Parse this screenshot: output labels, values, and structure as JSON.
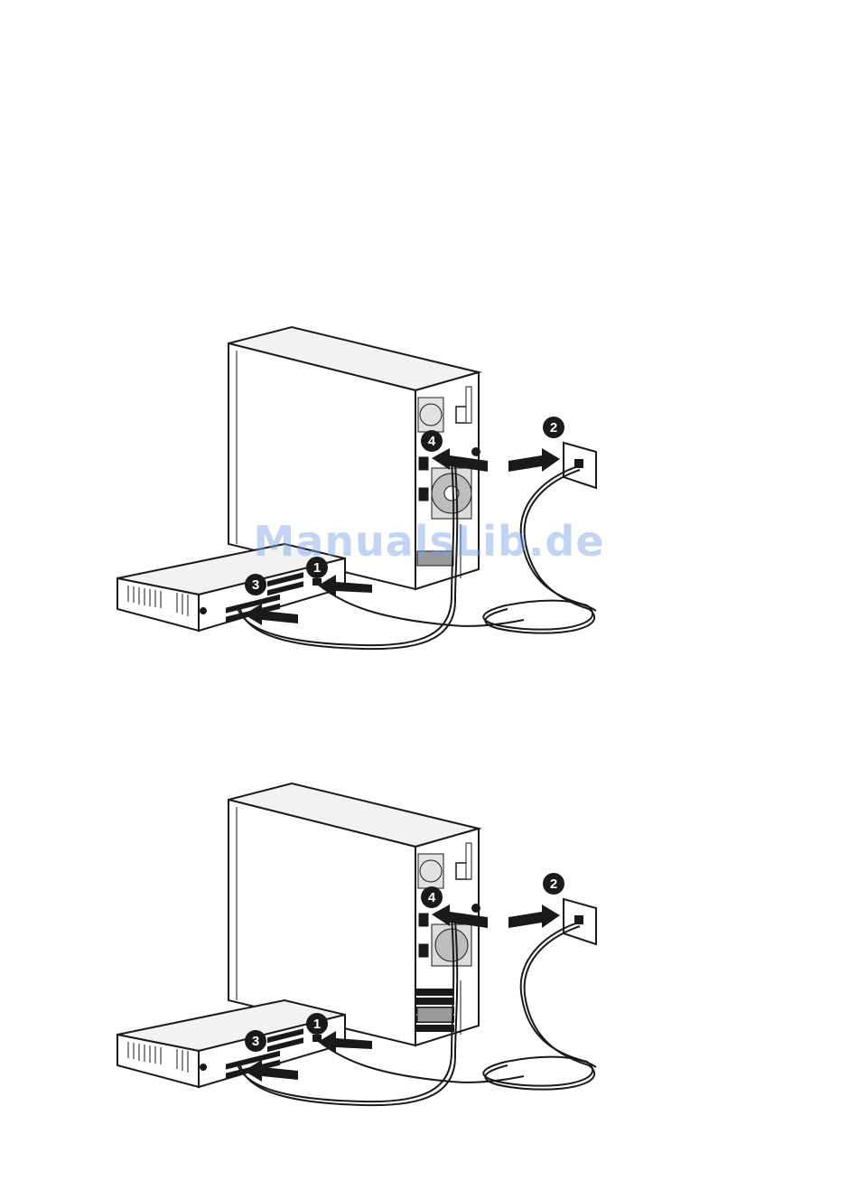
{
  "figures": [
    {
      "callouts": [
        "1",
        "2",
        "3",
        "4"
      ],
      "server_variant": "fan-panel"
    },
    {
      "callouts": [
        "1",
        "2",
        "3",
        "4"
      ],
      "server_variant": "expansion-slots"
    }
  ],
  "watermark": "ManualsLib.de",
  "colors": {
    "line": "#1a1a1a",
    "panel": "#ffffff",
    "shade": "#cfcfcf",
    "watermark": "#78a0e6"
  },
  "icons": [
    "callout-circle-icon",
    "arrow-icon",
    "wall-jack-icon",
    "network-switch-icon",
    "tower-server-icon"
  ]
}
